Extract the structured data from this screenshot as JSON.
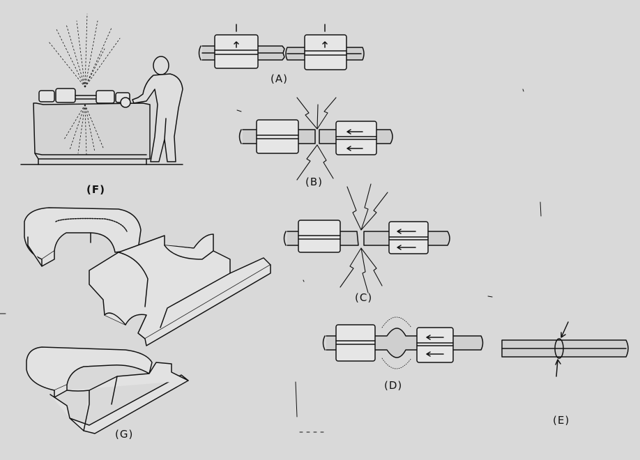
{
  "labels": {
    "a": "(A)",
    "b": "(B)",
    "c": "(C)",
    "d": "(D)",
    "e": "(E)",
    "f": "(F)",
    "g": "(G)"
  },
  "colors": {
    "background": "#d9d9d9",
    "ink": "#111111",
    "clamp_fill": "#e6e6e6",
    "bar_fill": "#cfcfcf"
  }
}
